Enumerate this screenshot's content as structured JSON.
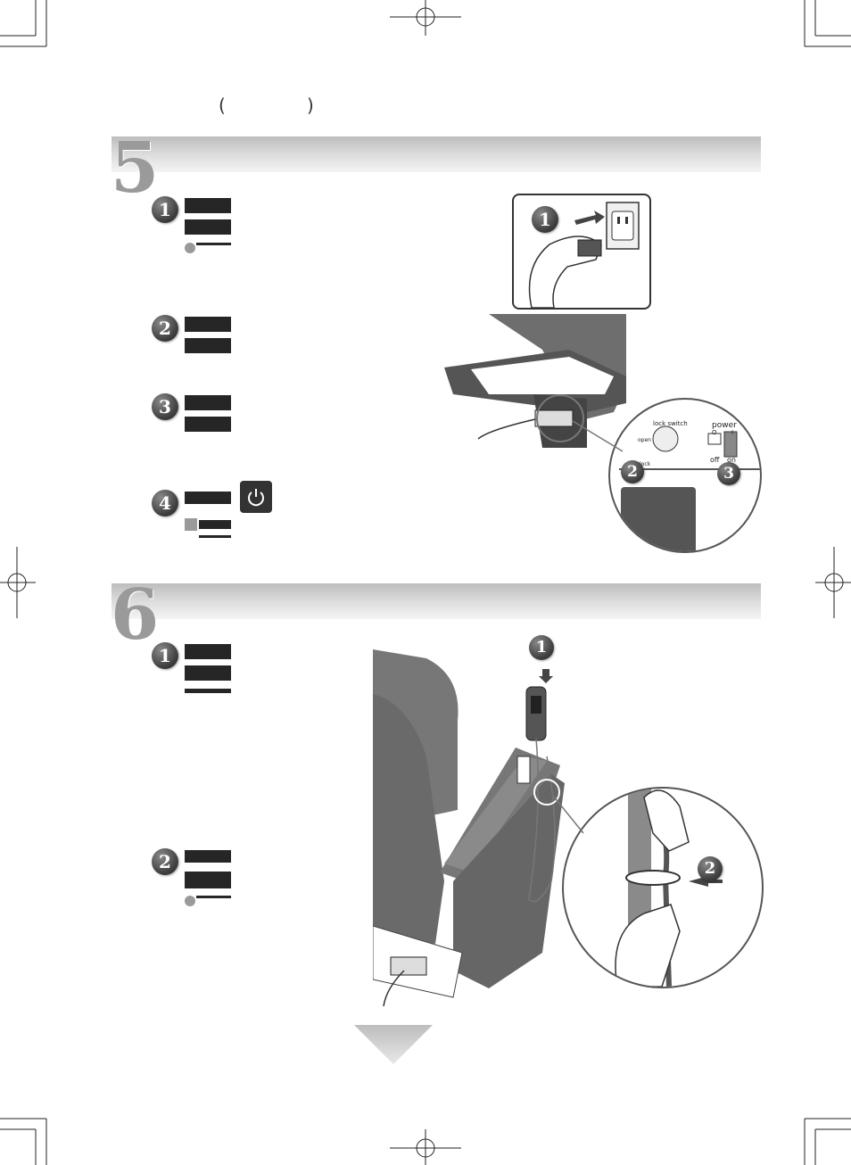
{
  "header": {
    "open_paren": "(",
    "close_paren": ")"
  },
  "section5": {
    "number": "5",
    "steps": [
      "1",
      "2",
      "3",
      "4"
    ],
    "figure": {
      "callouts": [
        "1",
        "2",
        "3"
      ],
      "lock_switch_label": "lock switch",
      "open_label": "open",
      "lock_label": "lock",
      "power_label": "power",
      "off_symbol": "O",
      "on_symbol": "I",
      "off_label": "off",
      "on_label": "on"
    }
  },
  "section6": {
    "number": "6",
    "steps": [
      "1",
      "2"
    ],
    "figure": {
      "callouts": [
        "1",
        "2"
      ]
    }
  },
  "icons": {
    "power_button": "power-icon",
    "next_page_arrow": "triangle-down-icon"
  }
}
